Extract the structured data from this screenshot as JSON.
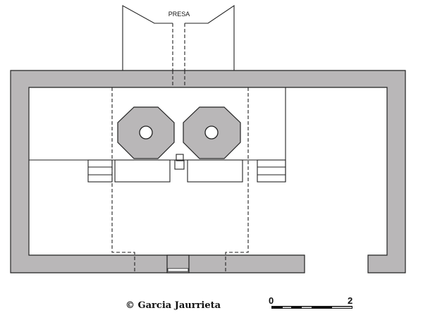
{
  "diagram": {
    "label_dam": "PRESA",
    "credit": "© Garcia Jaurrieta",
    "scale": {
      "start": "0",
      "end": "2"
    }
  },
  "colors": {
    "wall_fill": "#b9b7b8",
    "line": "#222222"
  }
}
